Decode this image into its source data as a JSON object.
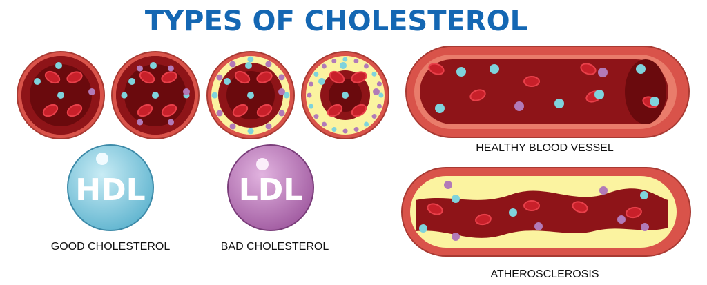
{
  "title": "TYPES OF CHOLESTEROL",
  "hdl": {
    "text": "HDL",
    "label": "GOOD CHOLESTEROL",
    "color": "#7cc7dd"
  },
  "ldl": {
    "text": "LDL",
    "label": "BAD CHOLESTEROL",
    "color": "#b86bb5"
  },
  "vessels": {
    "healthy_label": "HEALTHY BLOOD VESSEL",
    "atherosclerosis_label": "ATHEROSCLEROSIS"
  },
  "colors": {
    "vessel_wall": "#d9534a",
    "blood": "#8e1418",
    "blood_dark": "#6a0a0d",
    "plaque": "#fbf3a0",
    "hdl_particle": "#7fd3dc",
    "ldl_particle": "#b27ab8"
  }
}
